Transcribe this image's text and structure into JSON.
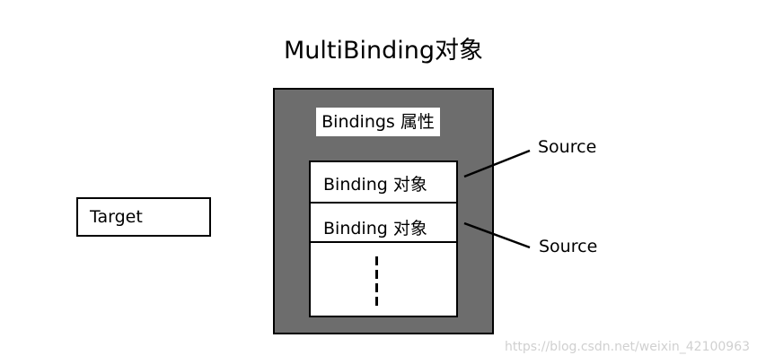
{
  "diagram": {
    "title": "MultiBinding对象",
    "bindings_label": "Bindings 属性",
    "binding_items": [
      {
        "label": "Binding 对象"
      },
      {
        "label": "Binding 对象"
      }
    ],
    "target_label": "Target",
    "sources": [
      {
        "label": "Source"
      },
      {
        "label": "Source"
      }
    ],
    "colors": {
      "outer_fill": "#6d6d6d",
      "border": "#000000",
      "box_fill": "#ffffff"
    }
  },
  "watermark": "https://blog.csdn.net/weixin_42100963"
}
